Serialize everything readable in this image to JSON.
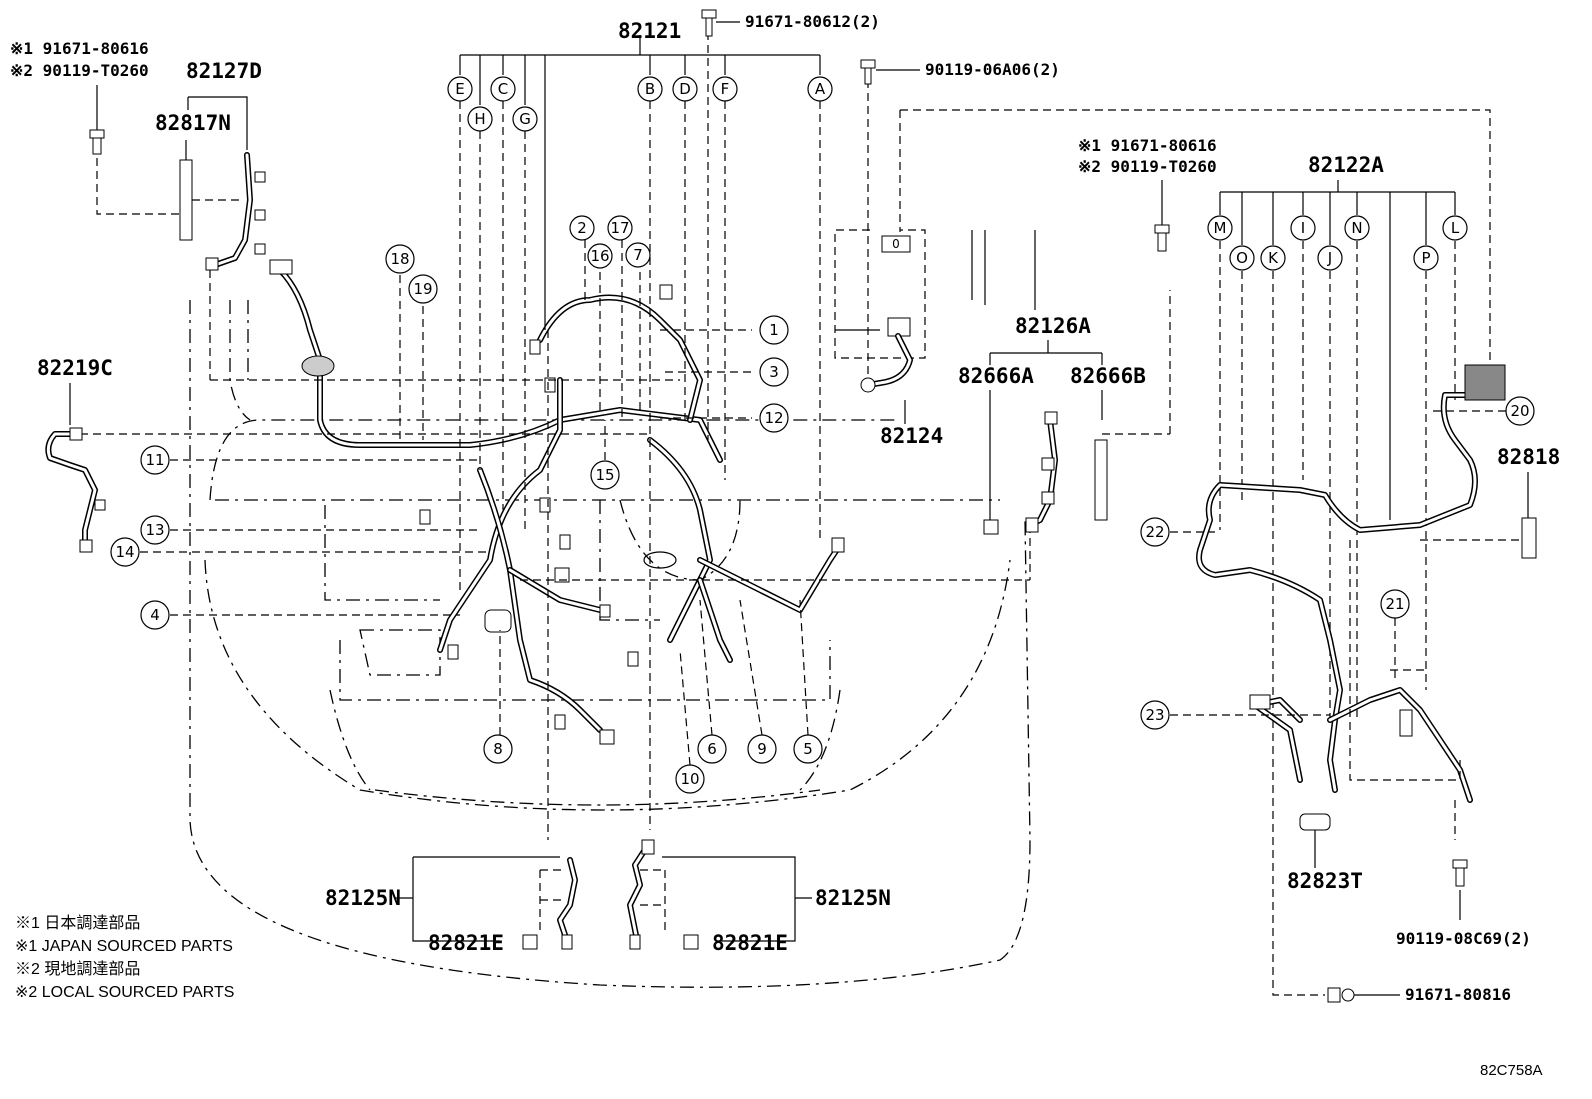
{
  "part_numbers": {
    "main_harness": "82121",
    "bolt_top": "91671-80612(2)",
    "bolt_top2": "90119-06A06(2)",
    "left_note1": "※1 91671-80616",
    "left_note2": "※2 90119-T0260",
    "right_note1": "※1 91671-80616",
    "right_note2": "※2 90119-T0260",
    "p82127D": "82127D",
    "p82817N": "82817N",
    "p82219C": "82219C",
    "p82124": "82124",
    "p82126A": "82126A",
    "p82666A": "82666A",
    "p82666B": "82666B",
    "p82122A": "82122A",
    "p82818": "82818",
    "p82823T": "82823T",
    "bolt_right_bottom": "90119-08C69(2)",
    "bolt_bottom": "91671-80816",
    "p82125N_left": "82125N",
    "p82125N_right": "82125N",
    "p82821E_left": "82821E",
    "p82821E_right": "82821E"
  },
  "connector_letters_top": [
    "E",
    "H",
    "C",
    "G",
    "B",
    "D",
    "F",
    "A"
  ],
  "connector_letters_right": [
    "M",
    "O",
    "K",
    "I",
    "J",
    "N",
    "P",
    "L"
  ],
  "callouts": [
    "1",
    "2",
    "3",
    "4",
    "5",
    "6",
    "7",
    "8",
    "9",
    "10",
    "11",
    "12",
    "13",
    "14",
    "15",
    "16",
    "17",
    "18",
    "19",
    "20",
    "21",
    "22",
    "23"
  ],
  "legend": {
    "line1": "※1 日本調達部品",
    "line2": "※1 JAPAN SOURCED PARTS",
    "line3": "※2 現地調達部品",
    "line4": "※2 LOCAL SOURCED PARTS"
  },
  "diagram_code": "82C758A"
}
